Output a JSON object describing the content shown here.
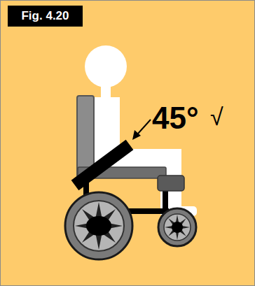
{
  "diagram": {
    "nodes": [
      {
        "text": [
          "Fig. 4.20"
        ]
      }
    ],
    "labels": [
      "45°",
      "√"
    ]
  }
}
